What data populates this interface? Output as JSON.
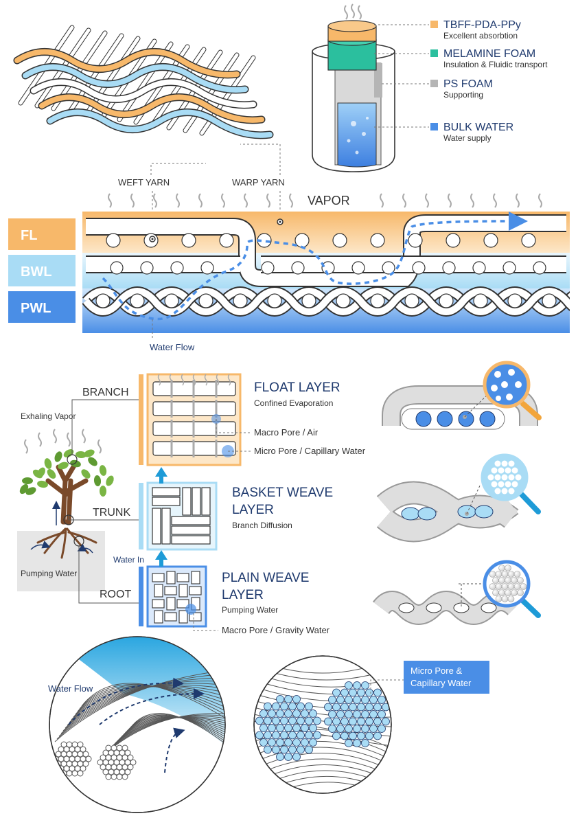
{
  "colors": {
    "float": "#f7b86a",
    "basket": "#a9dcf5",
    "plain": "#4a8ee6",
    "melamine": "#2bbf9e",
    "ps_foam": "#b5b5b5",
    "water": "#4a8ee6",
    "arrow": "#1e9bd7",
    "navy": "#1f3a6e",
    "tree_leaf": "#7ab544",
    "tree_trunk": "#7a4a2a"
  },
  "device_legend": [
    {
      "title": "TBFF-PDA-PPy",
      "desc": "Excellent absorbtion",
      "swatch": "#f7b86a"
    },
    {
      "title": "MELAMINE FOAM",
      "desc": "Insulation & Fluidic transport",
      "swatch": "#2bbf9e"
    },
    {
      "title": "PS FOAM",
      "desc": "Supporting",
      "swatch": "#b5b5b5"
    },
    {
      "title": "BULK WATER",
      "desc": "Water supply",
      "swatch": "#4a8ee6"
    }
  ],
  "yarn_labels": {
    "weft": "WEFT YARN",
    "warp": "WARP YARN"
  },
  "cross_section": {
    "vapor": "VAPOR",
    "water_flow": "Water Flow",
    "layers": [
      {
        "abbr": "FL",
        "color": "#f7b86a"
      },
      {
        "abbr": "BWL",
        "color": "#a9dcf5"
      },
      {
        "abbr": "PWL",
        "color": "#4a8ee6"
      }
    ]
  },
  "tree": {
    "exhaling": "Exhaling Vapor",
    "pumping": "Pumping Water",
    "branch": "BRANCH",
    "trunk": "TRUNK",
    "root": "ROOT",
    "water_in": "Water In"
  },
  "layers": [
    {
      "title": "FLOAT  LAYER",
      "title2": "",
      "subtitle": "Confined Evaporation"
    },
    {
      "title": "BASKET  WEAVE",
      "title2": "LAYER",
      "subtitle": "Branch Diffusion"
    },
    {
      "title": "PLAIN  WEAVE",
      "title2": "LAYER",
      "subtitle": "Pumping Water"
    }
  ],
  "pore_labels": {
    "macro_air": "Macro Pore / Air",
    "micro_cap": "Micro Pore / Capillary Water",
    "macro_grav": "Macro Pore / Gravity Water"
  },
  "bottom": {
    "water_flow": "Water Flow",
    "micro_box_line1": "Micro Pore &",
    "micro_box_line2": "Capillary Water"
  }
}
